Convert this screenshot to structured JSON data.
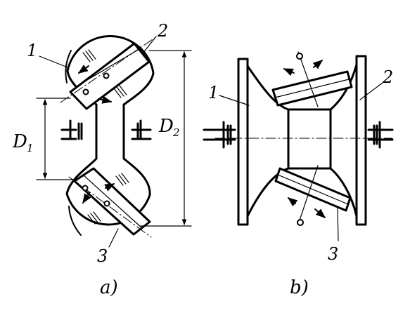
{
  "figure_a": {
    "caption": "a)",
    "callouts": [
      "1",
      "2",
      "3"
    ],
    "dim_inner": {
      "letter": "D",
      "sub": "1"
    },
    "dim_outer": {
      "letter": "D",
      "sub": "2"
    }
  },
  "figure_b": {
    "caption": "b)",
    "callouts": [
      "1",
      "2",
      "3"
    ]
  }
}
